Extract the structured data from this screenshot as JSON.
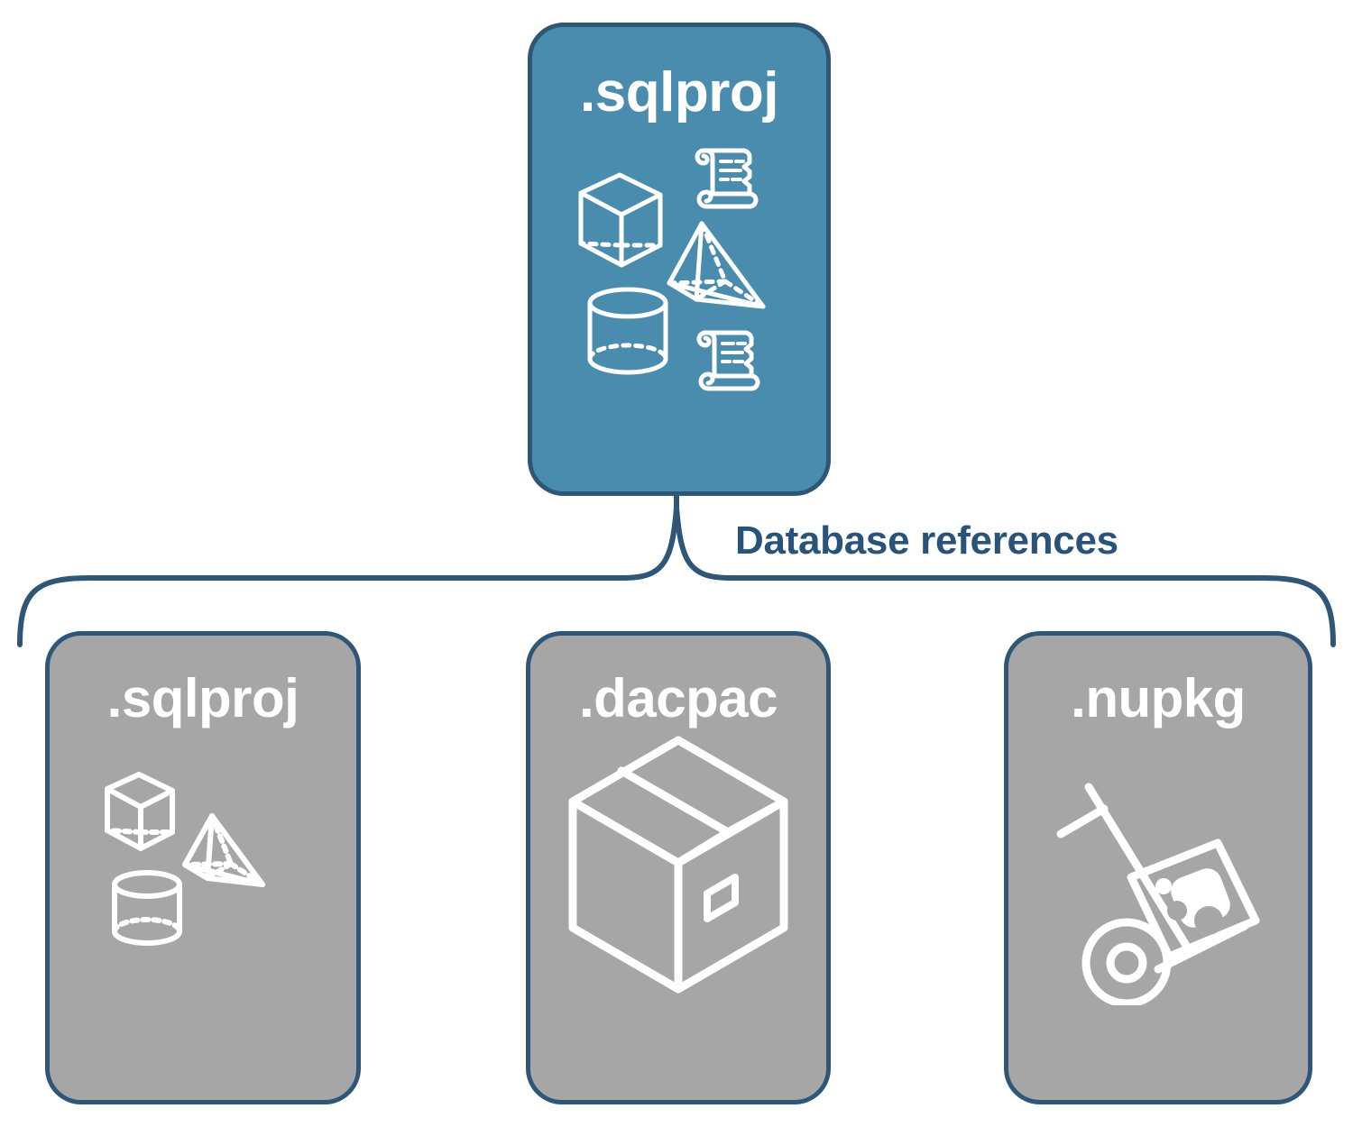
{
  "diagram": {
    "title_text": "Database references",
    "colors": {
      "source_fill": "#4a8cae",
      "target_fill": "#a6a6a6",
      "outline": "#2f5676",
      "label_text": "#2a5379",
      "icon_stroke": "#ffffff",
      "page_background": "#ffffff"
    },
    "source": {
      "label": ".sqlproj",
      "icons": [
        "cube-wireframe-icon",
        "pyramid-wireframe-icon",
        "cylinder-wireframe-icon",
        "scroll-icon",
        "scroll-icon"
      ]
    },
    "connector": {
      "type": "curly-brace",
      "label": "Database references",
      "branch_count": 3
    },
    "targets": [
      {
        "label": ".sqlproj",
        "icons": [
          "cube-wireframe-icon",
          "pyramid-wireframe-icon",
          "cylinder-wireframe-icon"
        ]
      },
      {
        "label": ".dacpac",
        "icons": [
          "shipping-box-icon"
        ]
      },
      {
        "label": ".nupkg",
        "icons": [
          "hand-truck-icon",
          "nuget-package-icon"
        ]
      }
    ]
  }
}
